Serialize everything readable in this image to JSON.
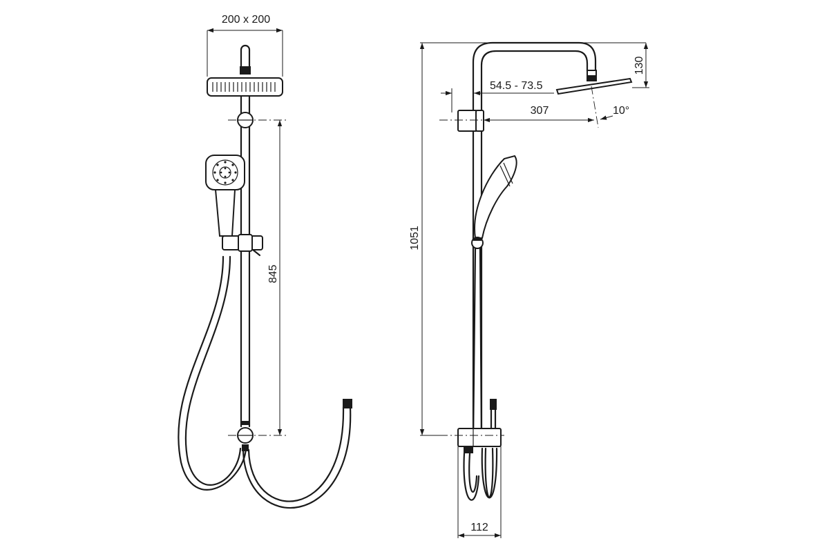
{
  "dimensions": {
    "head_size": "200 x 200",
    "rail_height": "845",
    "total_height": "1051",
    "arm_drop": "130",
    "bracket_distance": "54.5 - 73.5",
    "arm_length": "307",
    "tilt_angle": "10°",
    "mixer_width": "112"
  },
  "colors": {
    "line": "#1a1a1a",
    "background": "#ffffff"
  }
}
